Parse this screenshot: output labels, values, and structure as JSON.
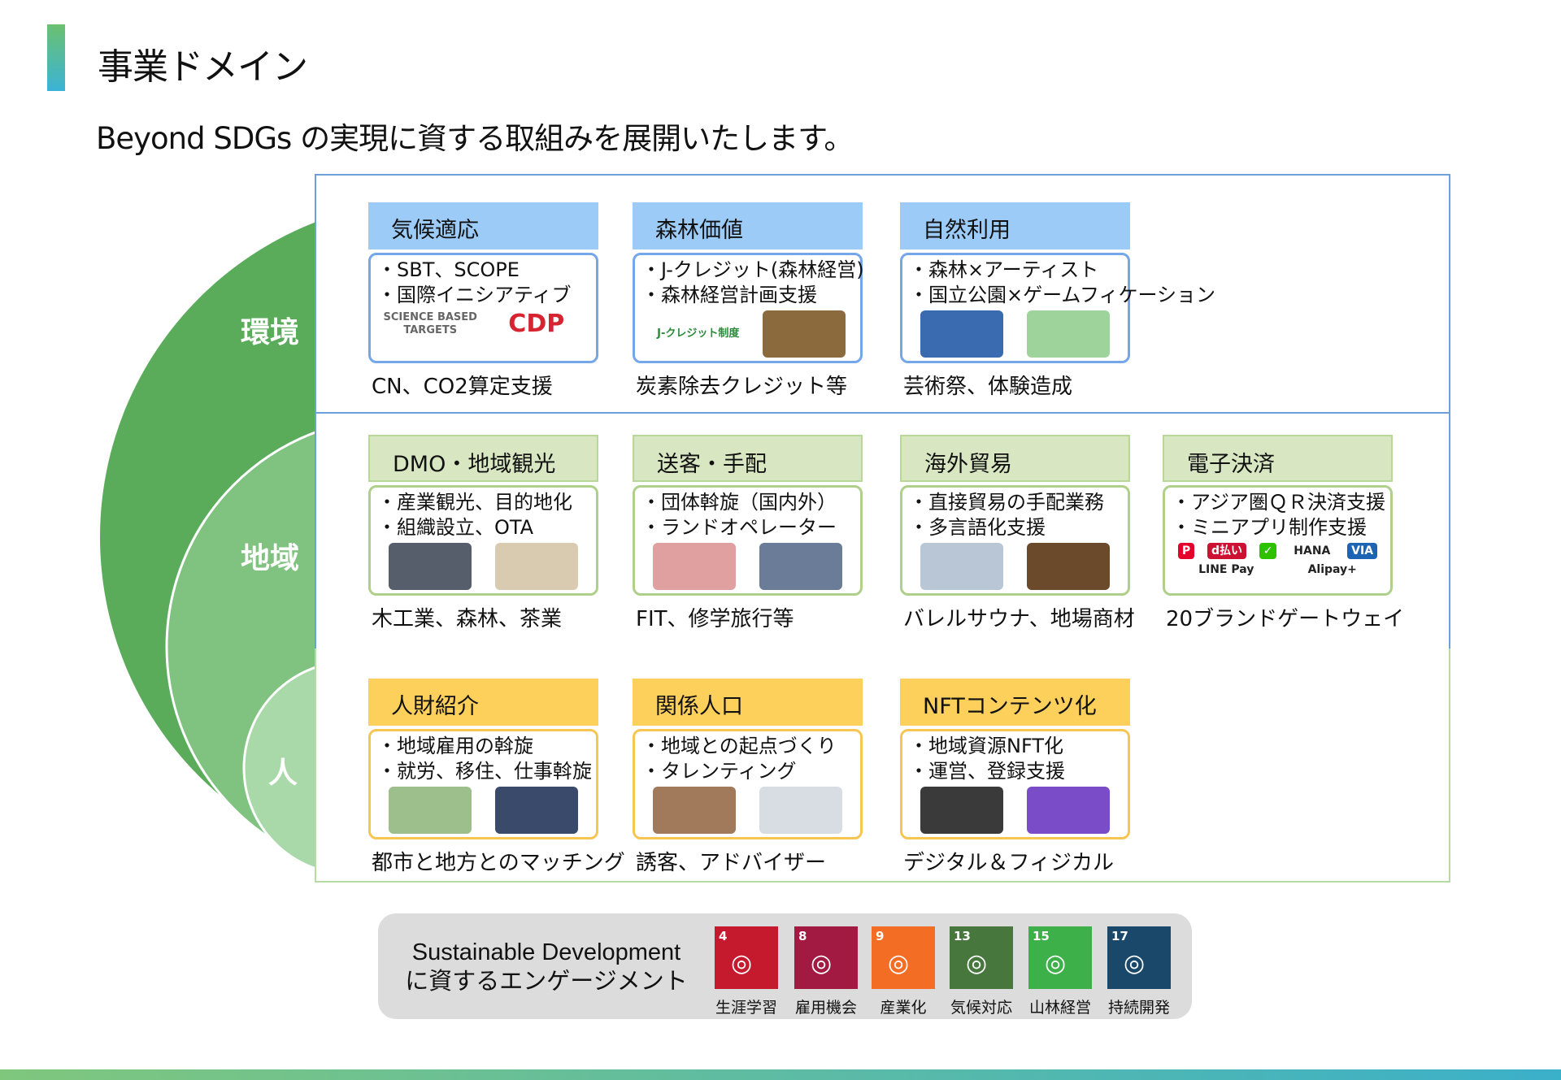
{
  "header": {
    "title": "事業ドメイン",
    "subtitle": "Beyond SDGs の実現に資する取組みを展開いたします。"
  },
  "circles": {
    "environment": "環境",
    "region": "地域",
    "people": "人",
    "colors": [
      "#5aac5b",
      "#80c280",
      "#a9d9a9"
    ]
  },
  "rows": [
    {
      "cards": [
        {
          "title": "気候適応",
          "lines": [
            "・SBT、SCOPE",
            "・国際イニシアティブ"
          ],
          "logos": [
            "SCIENCE BASED TARGETS",
            "CDP"
          ],
          "caption": "CN、CO2算定支援"
        },
        {
          "title": "森林価値",
          "lines": [
            "・J-クレジット(森林経営)",
            "・森林経営計画支援"
          ],
          "logos": [
            "J-クレジット制度"
          ],
          "caption": "炭素除去クレジット等"
        },
        {
          "title": "自然利用",
          "lines": [
            "・森林×アーティスト",
            "・国立公園×ゲームフィケーション"
          ],
          "caption": "芸術祭、体験造成"
        }
      ]
    },
    {
      "cards": [
        {
          "title": "DMO・地域観光",
          "lines": [
            "・産業観光、目的地化",
            "・組織設立、OTA"
          ],
          "caption": "木工業、森林、茶業"
        },
        {
          "title": "送客・手配",
          "lines": [
            "・団体斡旋（国内外）",
            "・ランドオペレーター"
          ],
          "caption": "FIT、修学旅行等"
        },
        {
          "title": "海外貿易",
          "lines": [
            "・直接貿易の手配業務",
            "・多言語化支援"
          ],
          "caption": "バレルサウナ、地場商材"
        },
        {
          "title": "電子決済",
          "lines": [
            "・アジア圏ＱＲ決済支援",
            "・ミニアプリ制作支援"
          ],
          "logos": [
            "P",
            "d払い",
            "✓",
            "HANA",
            "VIA",
            "LINE Pay",
            "Alipay+"
          ],
          "caption": "20ブランドゲートウェイ"
        }
      ]
    },
    {
      "cards": [
        {
          "title": "人財紹介",
          "lines": [
            "・地域雇用の斡旋",
            "・就労、移住、仕事斡旋"
          ],
          "caption": "都市と地方とのマッチング"
        },
        {
          "title": "関係人口",
          "lines": [
            "・地域との起点づくり",
            "・タレンティング"
          ],
          "caption": "誘客、アドバイザー"
        },
        {
          "title": "NFTコンテンツ化",
          "lines": [
            "・地域資源NFT化",
            "・運営、登録支援"
          ],
          "caption": "デジタル＆フィジカル"
        }
      ]
    }
  ],
  "sdg": {
    "line1": "Sustainable Development",
    "line2": "に資するエンゲージメント",
    "goals": [
      {
        "num": "4",
        "label": "生涯学習",
        "color": "#c5192d"
      },
      {
        "num": "8",
        "label": "雇用機会",
        "color": "#a21942"
      },
      {
        "num": "9",
        "label": "産業化",
        "color": "#f36d25"
      },
      {
        "num": "13",
        "label": "気候対応",
        "color": "#48773e"
      },
      {
        "num": "15",
        "label": "山林経営",
        "color": "#3eb049"
      },
      {
        "num": "17",
        "label": "持続開発",
        "color": "#19486a"
      }
    ]
  }
}
